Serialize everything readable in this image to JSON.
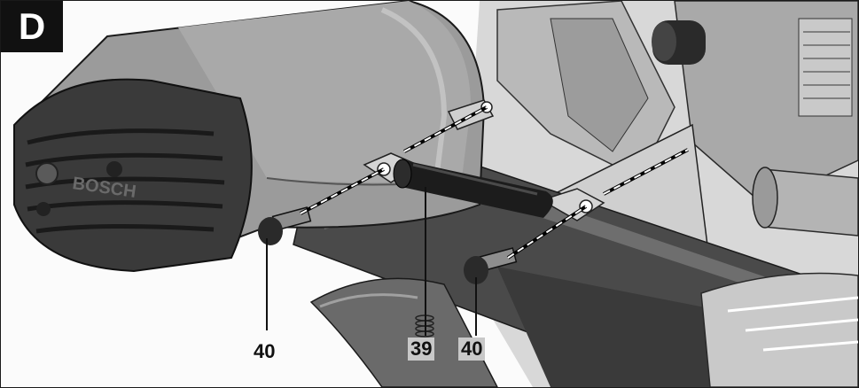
{
  "figure": {
    "letter": "D",
    "callouts": [
      {
        "id": "bolt-left",
        "label": "40",
        "boxed": false
      },
      {
        "id": "strut",
        "label": "39",
        "boxed": true
      },
      {
        "id": "bolt-right",
        "label": "40",
        "boxed": true
      }
    ]
  },
  "motor": {
    "brand": "BOSCH"
  },
  "colors": {
    "body_light": "#a4a4a4",
    "body_mid": "#8a8a8a",
    "body_dark": "#5c5c5c",
    "near_black": "#2a2a2a",
    "strut": "#1c1c1c",
    "callout_box": "#c8c8c8"
  }
}
